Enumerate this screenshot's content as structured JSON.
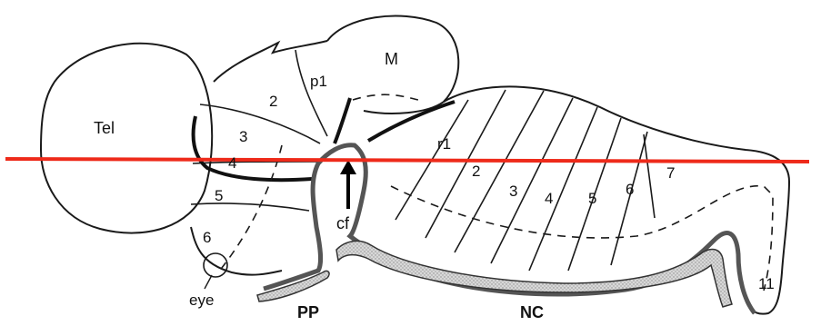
{
  "regions": {
    "telencephalon": "Tel",
    "mesencephalon": "M",
    "prosomere_1": "p1",
    "prosomere_2": "2",
    "prosomere_3": "3",
    "prosomere_4": "4",
    "prosomere_5": "5",
    "prosomere_6": "6",
    "rhombomere_1": "r1",
    "rhombomere_2": "2",
    "rhombomere_3": "3",
    "rhombomere_4": "4",
    "rhombomere_5": "5",
    "rhombomere_6": "6",
    "rhombomere_7": "7",
    "rhombomere_11": "11",
    "eye": "eye",
    "cephalic_flexure": "cf",
    "prechordal_plate": "PP",
    "notochord": "NC"
  },
  "colors": {
    "outline": "#1a1a1a",
    "boundary_bold": "#111111",
    "gut_wall": "#555555",
    "stipple_fill": "#c8c8c8",
    "section_line": "#ee2a1a"
  }
}
